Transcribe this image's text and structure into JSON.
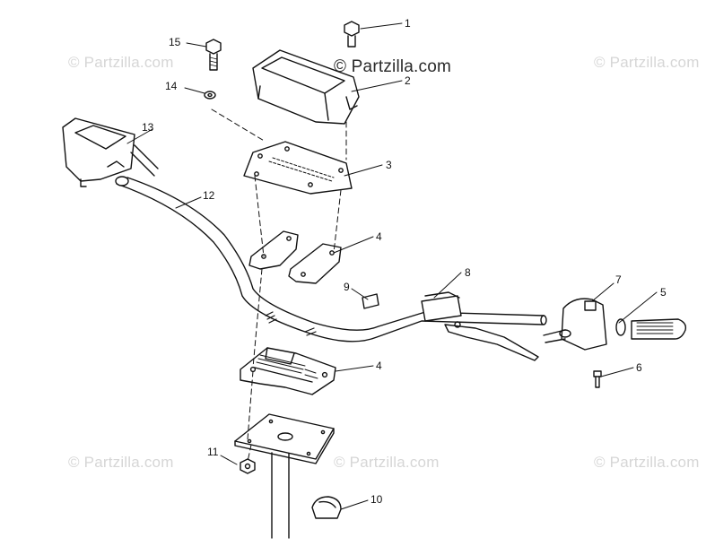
{
  "watermarks": {
    "main": "© Partzilla.com",
    "faint": "© Partzilla.com"
  },
  "callouts": {
    "c1": "1",
    "c2": "2",
    "c3": "3",
    "c4a": "4",
    "c4b": "4",
    "c5": "5",
    "c6": "6",
    "c7": "7",
    "c8": "8",
    "c9": "9",
    "c10": "10",
    "c11": "11",
    "c12": "12",
    "c13": "13",
    "c14": "14",
    "c15": "15"
  }
}
